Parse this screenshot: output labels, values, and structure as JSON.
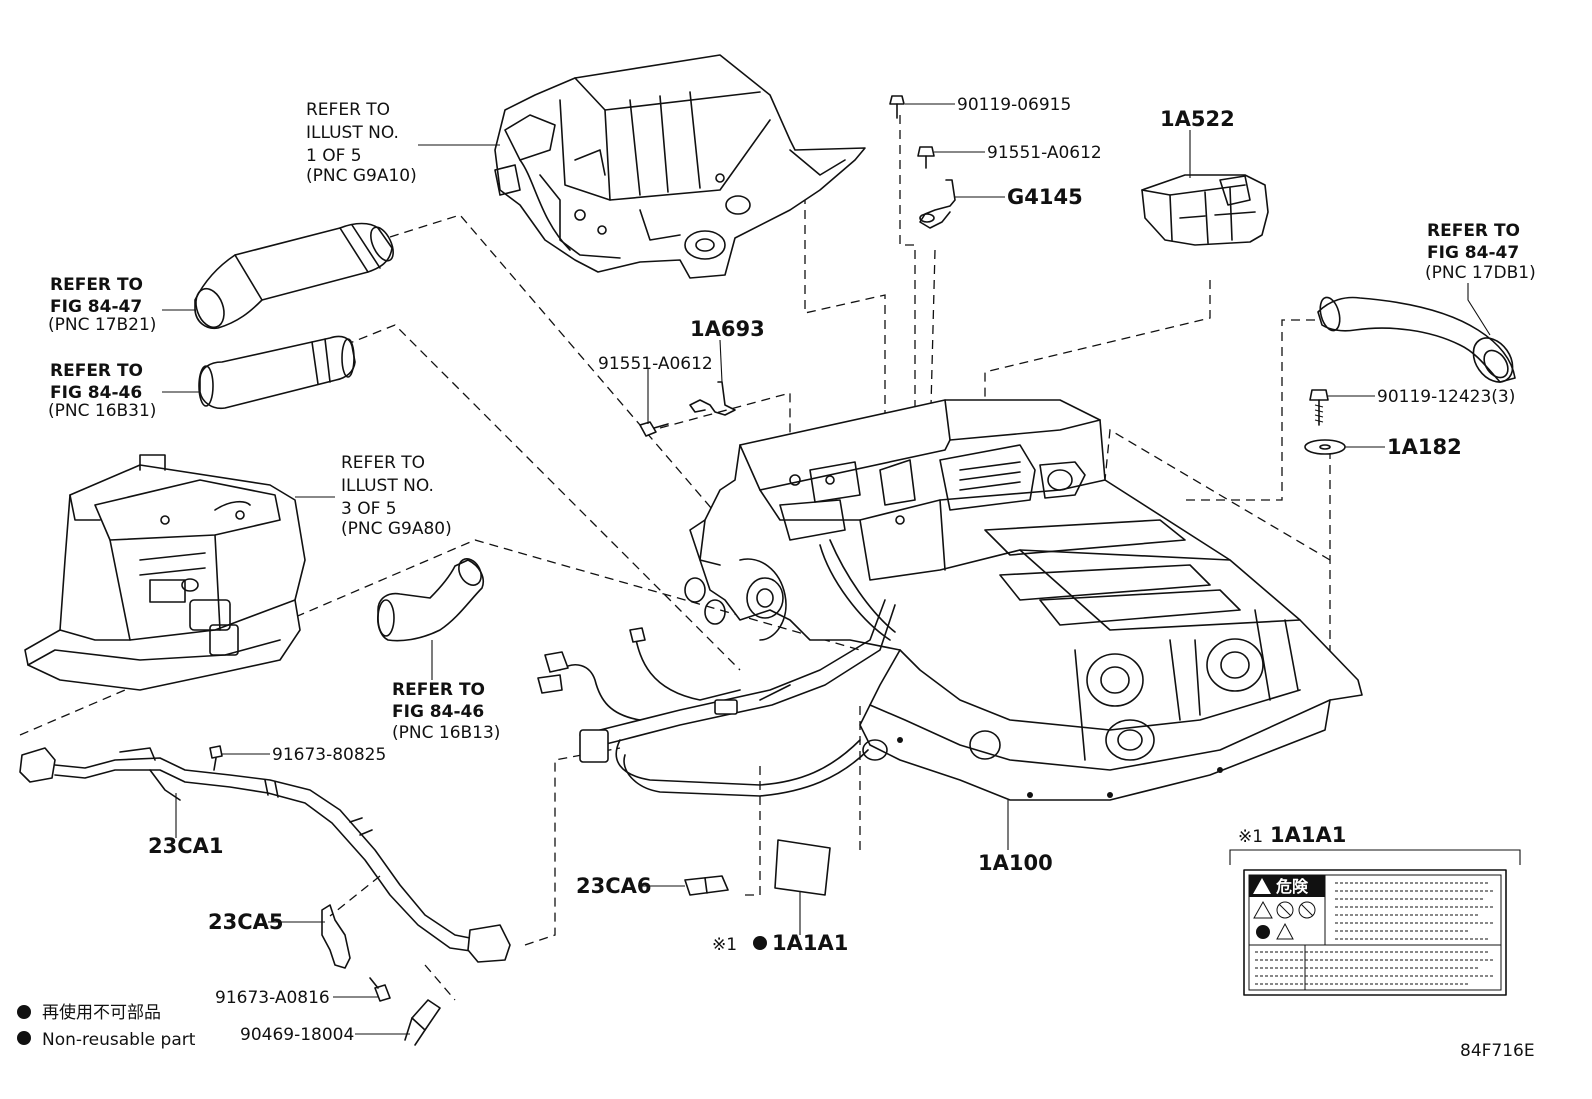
{
  "callouts": {
    "refer_illust_1": [
      "REFER TO",
      "ILLUST NO.",
      "1 OF 5",
      "(PNC G9A10)"
    ],
    "refer_fig_17b21": [
      "REFER TO",
      "FIG 84-47",
      "(PNC 17B21)"
    ],
    "refer_fig_16b31": [
      "REFER TO",
      "FIG 84-46",
      "(PNC 16B31)"
    ],
    "refer_illust_3": [
      "REFER TO",
      "ILLUST NO.",
      "3 OF 5",
      "(PNC G9A80)"
    ],
    "refer_fig_16b13": [
      "REFER TO",
      "FIG 84-46",
      "(PNC 16B13)"
    ],
    "refer_fig_17db1": [
      "REFER TO",
      "FIG 84-47",
      "(PNC 17DB1)"
    ]
  },
  "parts": {
    "bolt_90119_06915": "90119-06915",
    "bolt_91551_a0612_top": "91551-A0612",
    "bracket_g4145": "G4145",
    "cover_1a522": "1A522",
    "bracket_1a693": "1A693",
    "bolt_91551_a0612_left": "91551-A0612",
    "bolt_90119_12423": "90119-12423(3)",
    "washer_1a182": "1A182",
    "bolt_91673_80825": "91673-80825",
    "harness_23ca1": "23CA1",
    "clamp_23ca5": "23CA5",
    "bolt_91673_a0816": "91673-A0816",
    "clip_90469_18004": "90469-18004",
    "clip_23ca6": "23CA6",
    "label_1a1a1": "1A1A1",
    "label_1a1a1_mark": "※1",
    "inverter_1a100": "1A100",
    "label_detail_title": "1A1A1",
    "label_detail_mark": "※1"
  },
  "warning_label": {
    "heading": "危険"
  },
  "legend": {
    "jp": "再使用不可部品",
    "en": "Non-reusable part"
  },
  "figure_code": "84F716E"
}
